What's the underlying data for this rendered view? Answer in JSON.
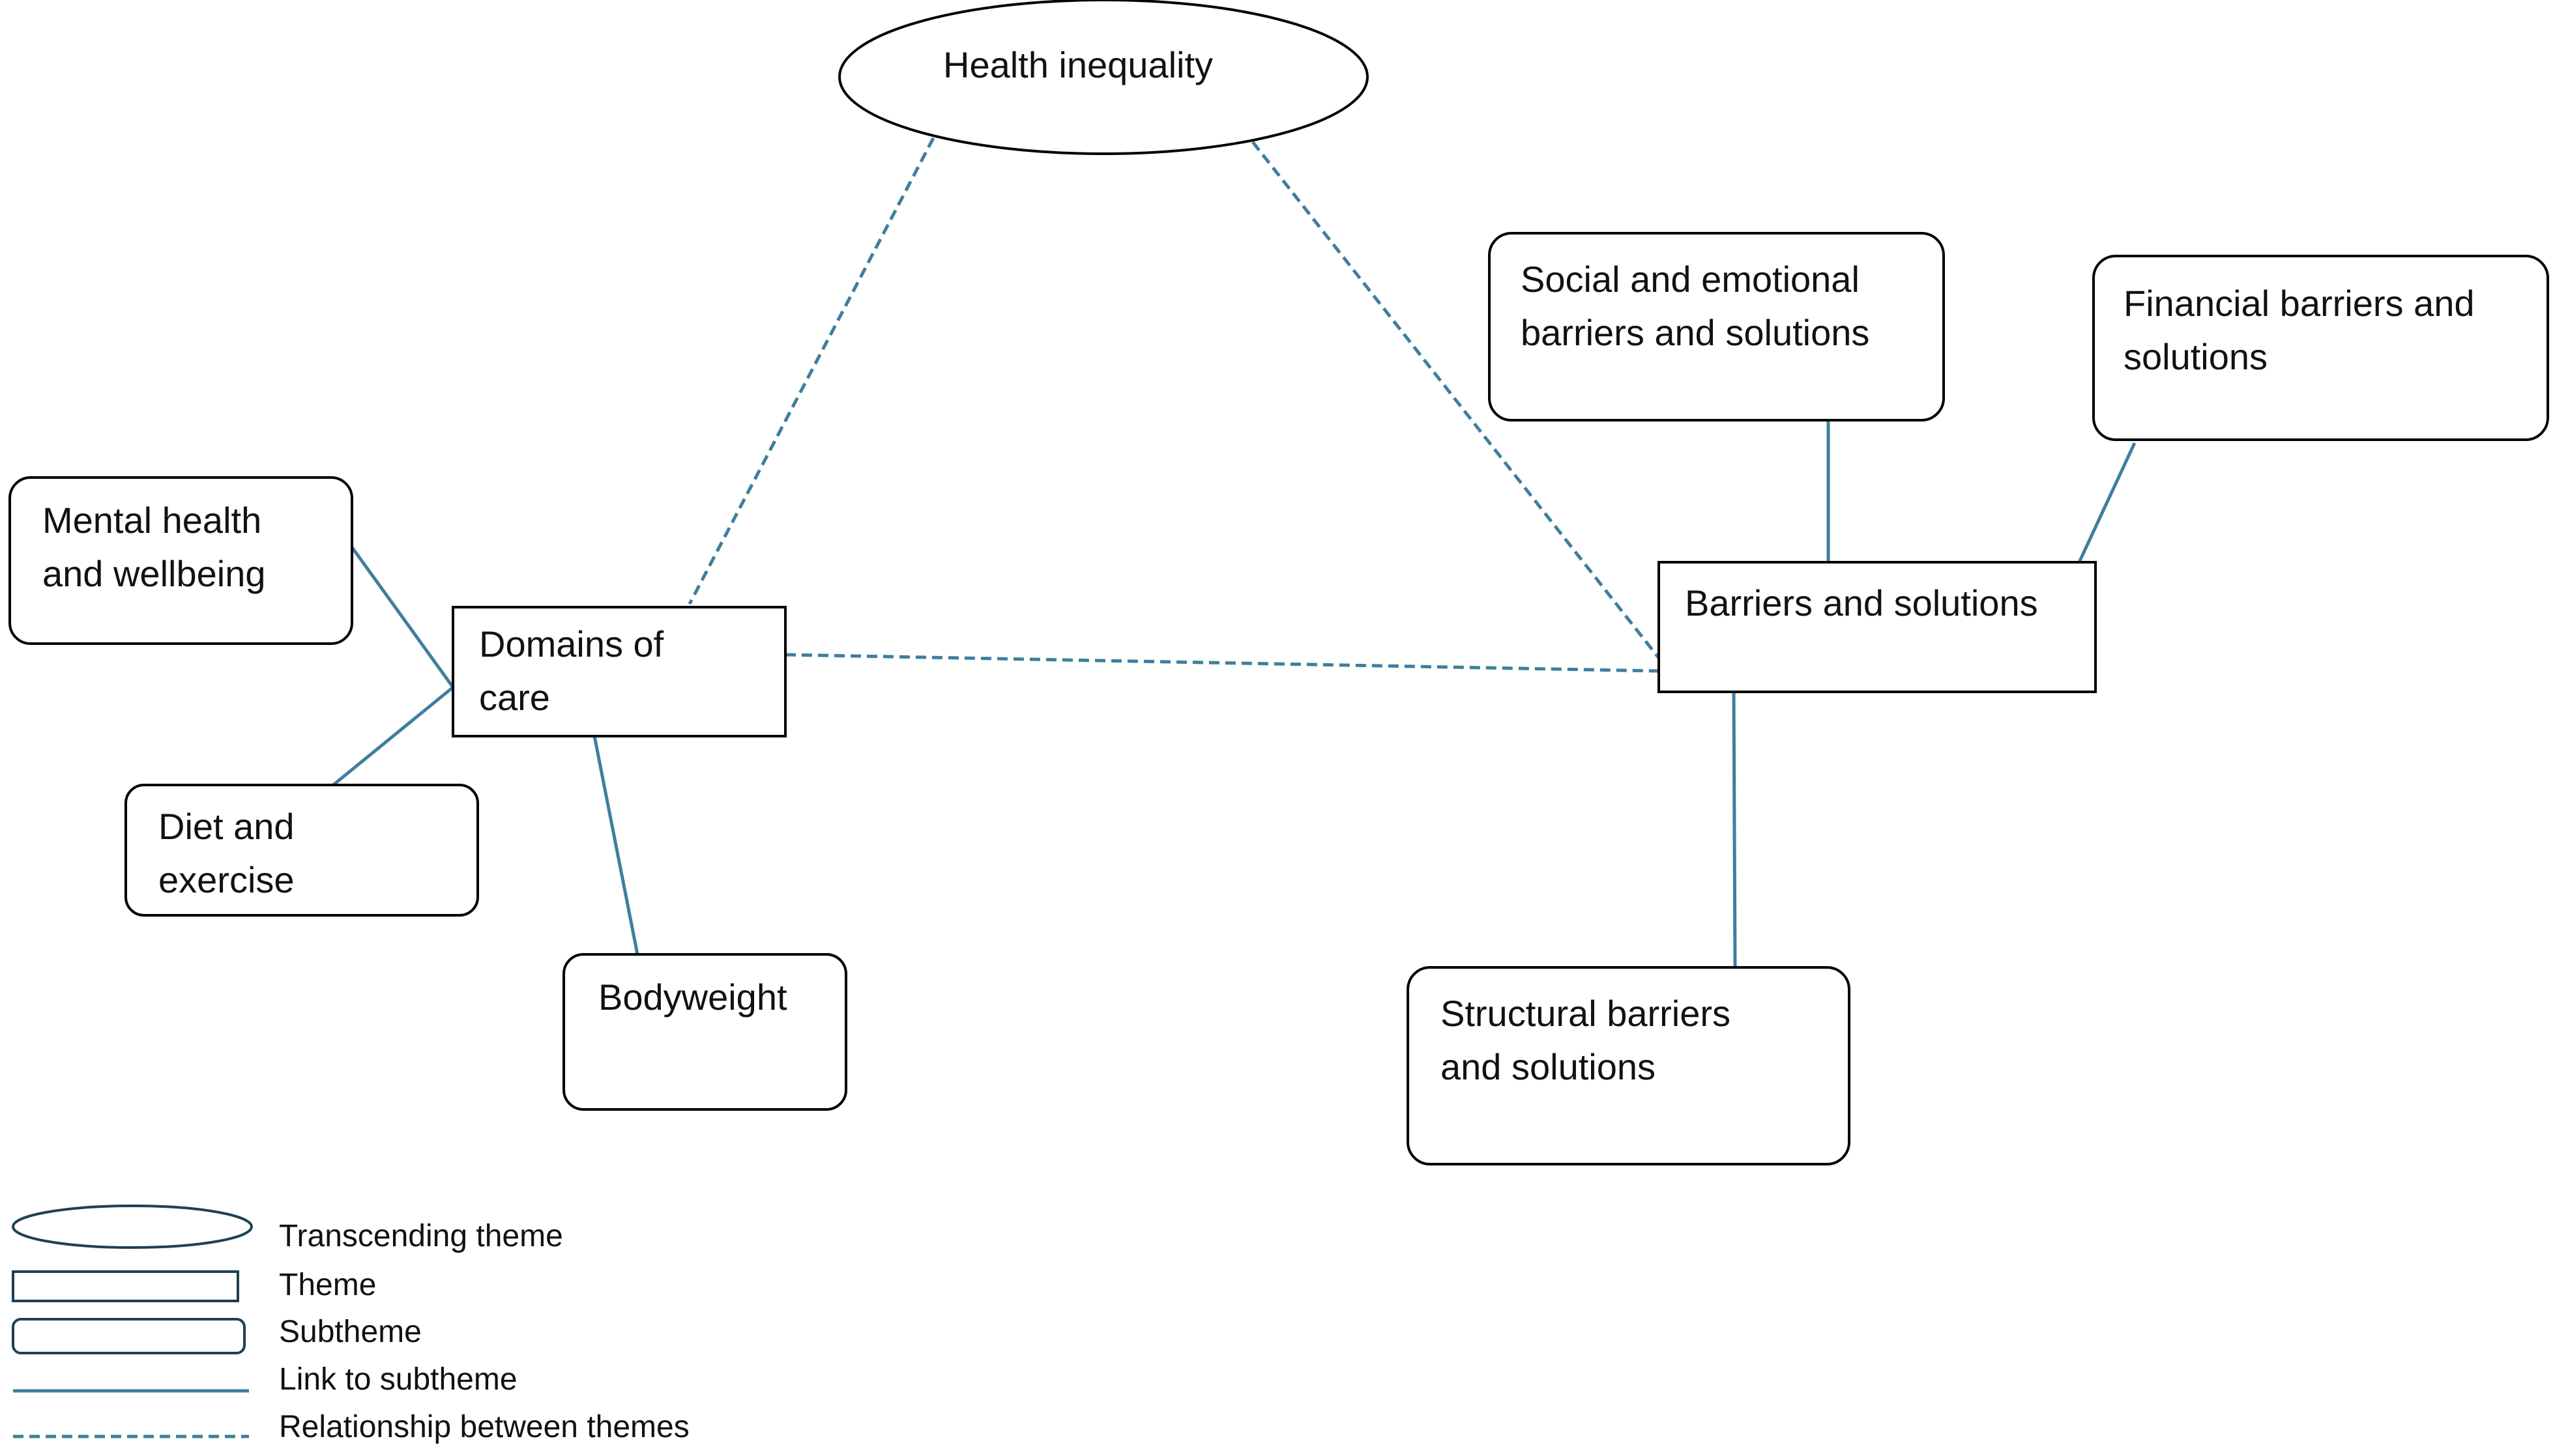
{
  "colors": {
    "link": "#3f7e9e",
    "outline": "#000000",
    "legend_outline": "#1f3f54",
    "text": "#111111"
  },
  "nodes": {
    "health_inequality": "Health inequality",
    "domains_of_care": {
      "line1": "Domains of",
      "line2": "care"
    },
    "barriers_and_solutions": "Barriers and solutions",
    "mental_health": {
      "line1": "Mental health",
      "line2": "and wellbeing"
    },
    "diet_exercise": {
      "line1": "Diet and",
      "line2": "exercise"
    },
    "bodyweight": "Bodyweight",
    "social_emotional": {
      "line1": "Social and emotional",
      "line2": "barriers and solutions"
    },
    "financial": {
      "line1": "Financial barriers and",
      "line2": "solutions"
    },
    "structural": {
      "line1": "Structural barriers",
      "line2": "and solutions"
    }
  },
  "legend": {
    "transcending_theme": "Transcending theme",
    "theme": "Theme",
    "subtheme": "Subtheme",
    "link_to_subtheme": "Link to subtheme",
    "relationship_between_themes": "Relationship between themes"
  }
}
